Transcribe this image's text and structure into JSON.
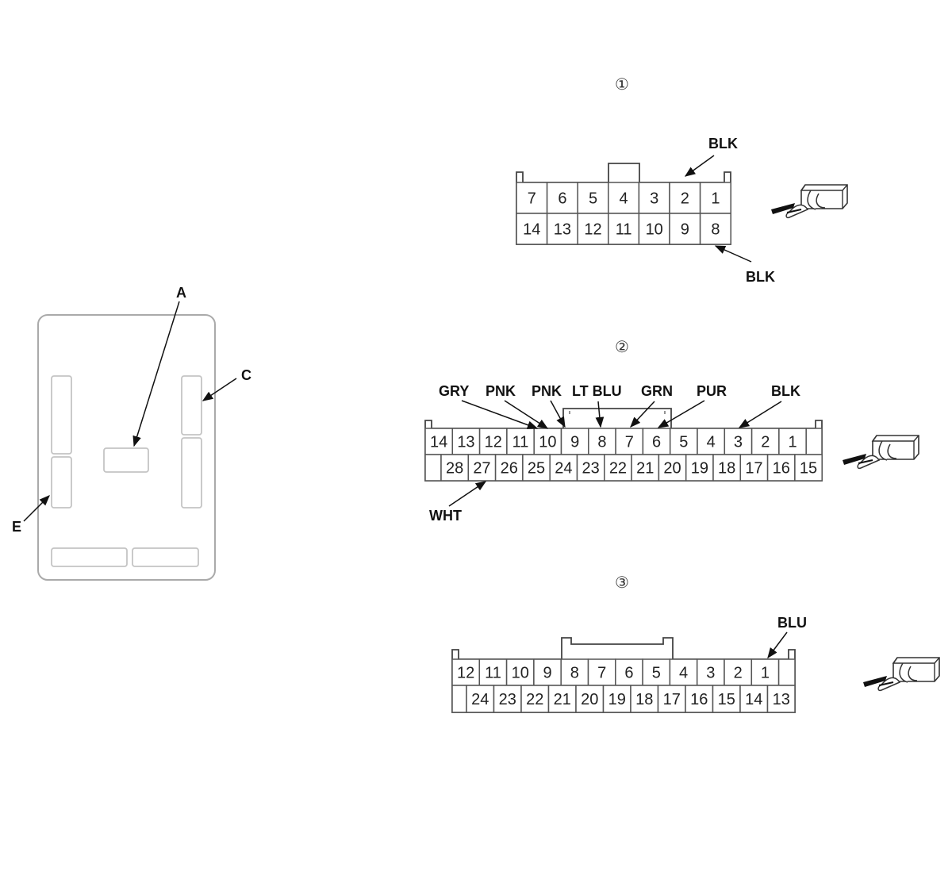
{
  "locator": {
    "labels": {
      "a": "A",
      "c": "C",
      "e": "E"
    }
  },
  "connectors": [
    {
      "id": "1",
      "circle": "①",
      "top_row": [
        "7",
        "6",
        "5",
        "4",
        "3",
        "2",
        "1"
      ],
      "bottom_row": [
        "14",
        "13",
        "12",
        "11",
        "10",
        "9",
        "8"
      ],
      "wires": [
        {
          "label": "BLK",
          "terminal": "2"
        },
        {
          "label": "BLK",
          "terminal": "8"
        }
      ]
    },
    {
      "id": "2",
      "circle": "②",
      "top_row": [
        "14",
        "13",
        "12",
        "11",
        "10",
        "9",
        "8",
        "7",
        "6",
        "5",
        "4",
        "3",
        "2",
        "1"
      ],
      "bottom_row": [
        "28",
        "27",
        "26",
        "25",
        "24",
        "23",
        "22",
        "21",
        "20",
        "19",
        "18",
        "17",
        "16",
        "15"
      ],
      "wires": [
        {
          "label": "GRY",
          "terminal": "10"
        },
        {
          "label": "PNK",
          "terminal": "10"
        },
        {
          "label": "PNK",
          "terminal": "9"
        },
        {
          "label": "LT BLU",
          "terminal": "8"
        },
        {
          "label": "GRN",
          "terminal": "7"
        },
        {
          "label": "PUR",
          "terminal": "6"
        },
        {
          "label": "BLK",
          "terminal": "3"
        },
        {
          "label": "WHT",
          "terminal": "27"
        }
      ]
    },
    {
      "id": "3",
      "circle": "③",
      "top_row": [
        "12",
        "11",
        "10",
        "9",
        "8",
        "7",
        "6",
        "5",
        "4",
        "3",
        "2",
        "1"
      ],
      "bottom_row": [
        "24",
        "23",
        "22",
        "21",
        "20",
        "19",
        "18",
        "17",
        "16",
        "15",
        "14",
        "13"
      ],
      "wires": [
        {
          "label": "BLU",
          "terminal": "1"
        }
      ]
    }
  ]
}
